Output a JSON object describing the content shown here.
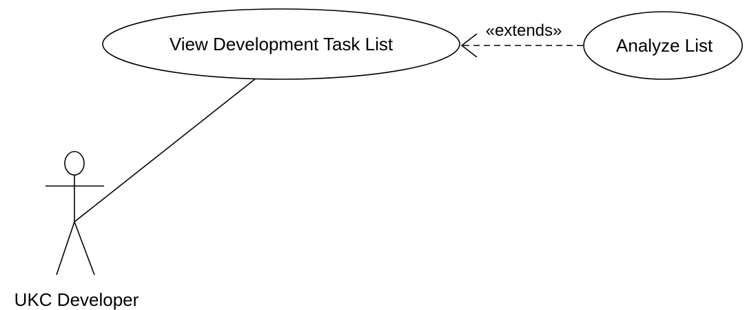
{
  "use_cases": {
    "view_task_list": "View Development Task List",
    "analyze_list": "Analyze List"
  },
  "relationship": {
    "stereotype": "«extends»"
  },
  "actor": {
    "name": "UKC Developer"
  }
}
